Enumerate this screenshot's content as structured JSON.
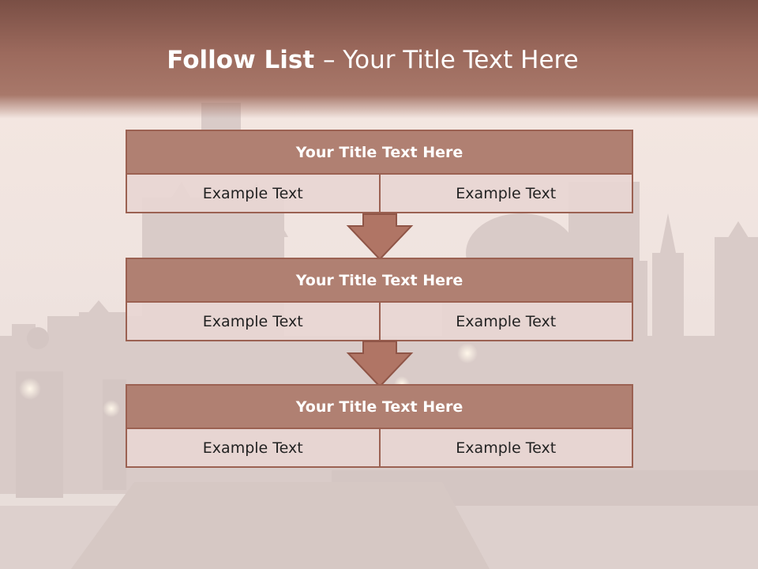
{
  "slide": {
    "title_bold": "Follow List ",
    "title_separator": " – ",
    "title_rest": "Your Title Text Here"
  },
  "steps": [
    {
      "title": "Your Title Text Here",
      "left": "Example Text",
      "right": "Example Text"
    },
    {
      "title": "Your Title Text Here",
      "left": "Example Text",
      "right": "Example Text"
    },
    {
      "title": "Your Title Text Here",
      "left": "Example Text",
      "right": "Example Text"
    }
  ],
  "colors": {
    "header": "#9c6a5d",
    "block_title": "#b08072",
    "border": "#9b6152",
    "cell": "#e8d6d2",
    "arrow": "#b07565"
  },
  "background_image": "misty-bridge-cityscape"
}
